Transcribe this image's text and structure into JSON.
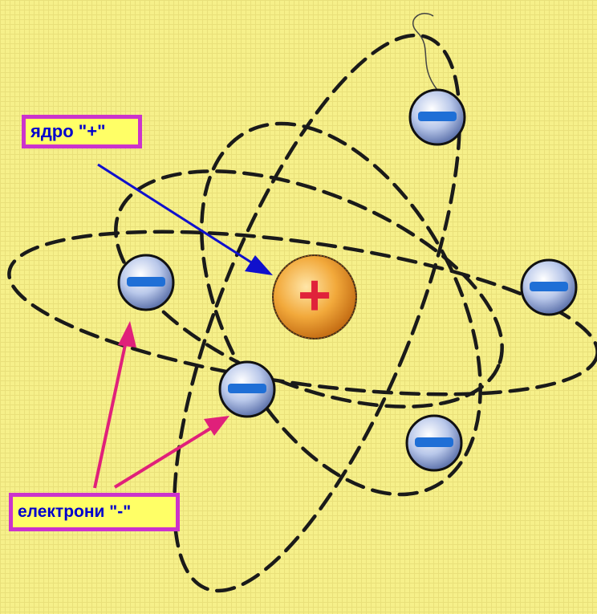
{
  "labels": {
    "nucleus": "ядро \"+\"",
    "electrons": "електрони \"-\""
  },
  "symbols": {
    "nucleus_sign": "+",
    "electron_sign": "−"
  },
  "colors": {
    "background": "#f6f08a",
    "label_fill": "#ffff66",
    "label_border": "#cc33cc",
    "label_text": "#0000cc",
    "orbit": "#1a1a1a",
    "nucleus": "#f2a93b",
    "nucleus_sign": "#e0223a",
    "electron": "#8fa6d6",
    "electron_sign": "#1f6fd6",
    "nucleus_arrow": "#1010cc",
    "electron_arrows": "#e0207a"
  },
  "counts": {
    "electrons": 5,
    "orbits": 4
  }
}
